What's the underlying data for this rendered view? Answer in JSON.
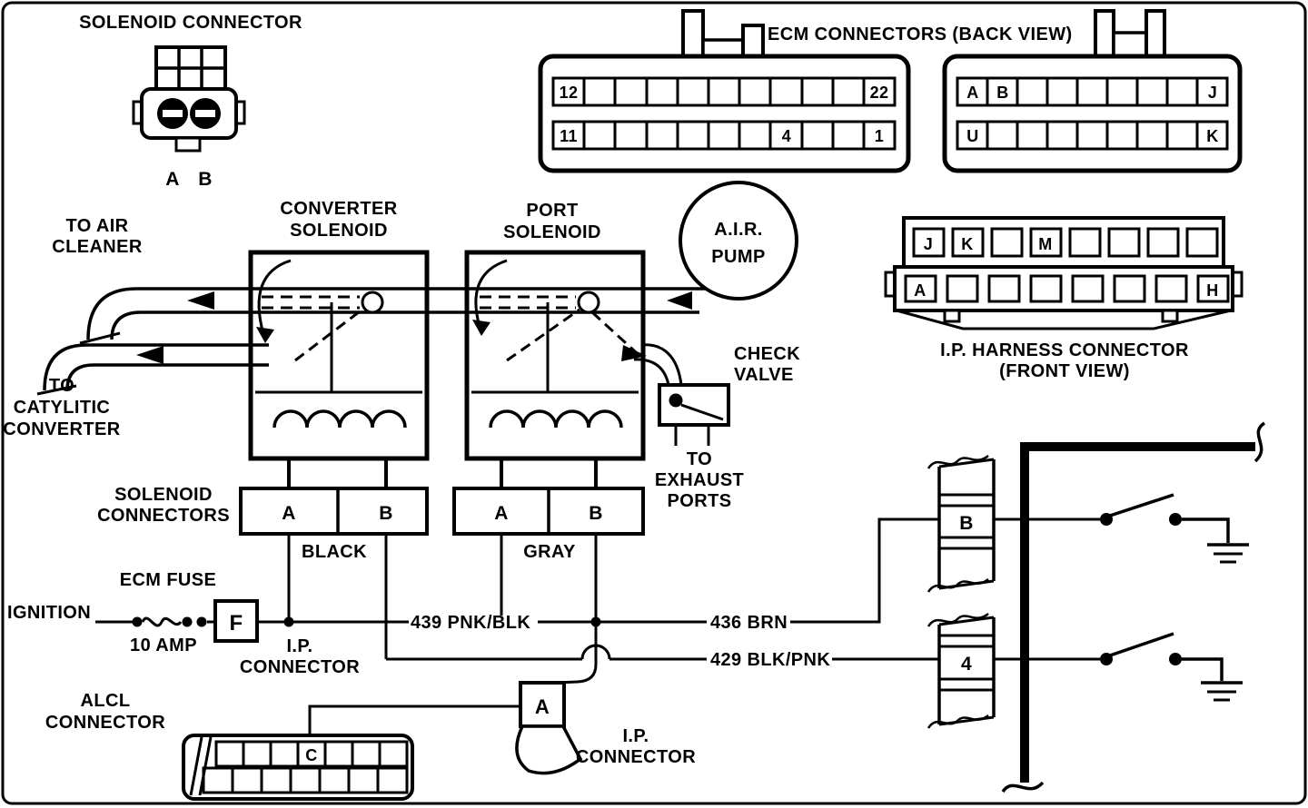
{
  "solenoid_connector": {
    "title": "SOLENOID CONNECTOR",
    "pin_a": "A",
    "pin_b": "B"
  },
  "ecm_connectors": {
    "title": "ECM CONNECTORS (BACK VIEW)",
    "connector1": {
      "pin_12": "12",
      "pin_22": "22",
      "pin_11": "11",
      "pin_4": "4",
      "pin_1": "1"
    },
    "connector2": {
      "pin_a": "A",
      "pin_b": "B",
      "pin_j": "J",
      "pin_u": "U",
      "pin_k": "K"
    }
  },
  "ip_harness_connector": {
    "title": "I.P. HARNESS CONNECTOR",
    "subtitle": "(FRONT VIEW)",
    "pin_j": "J",
    "pin_k": "K",
    "pin_m": "M",
    "pin_a": "A",
    "pin_h": "H"
  },
  "converter_solenoid": {
    "line1": "CONVERTER",
    "line2": "SOLENOID"
  },
  "port_solenoid": {
    "line1": "PORT",
    "line2": "SOLENOID"
  },
  "air_pump": {
    "line1": "A.I.R.",
    "line2": "PUMP"
  },
  "to_air_cleaner": {
    "line1": "TO AIR",
    "line2": "CLEANER"
  },
  "to_catalytic_converter": {
    "line1": "TO",
    "line2": "CATYLITIC",
    "line3": "CONVERTER"
  },
  "check_valve": {
    "line1": "CHECK",
    "line2": "VALVE"
  },
  "to_exhaust_ports": {
    "line1": "TO",
    "line2": "EXHAUST",
    "line3": "PORTS"
  },
  "solenoid_connectors": {
    "line1": "SOLENOID",
    "line2": "CONNECTORS",
    "black_pin_a": "A",
    "black_pin_b": "B",
    "gray_pin_a": "A",
    "gray_pin_b": "B",
    "black_label": "BLACK",
    "gray_label": "GRAY"
  },
  "ecm_fuse": {
    "title": "ECM FUSE",
    "ignition": "IGNITION",
    "fuse_letter": "F",
    "rating": "10 AMP"
  },
  "ip_connector_splice": {
    "line1": "I.P.",
    "line2": "CONNECTOR"
  },
  "wires": {
    "wire_439": "439 PNK/BLK",
    "wire_436": "436 BRN",
    "wire_429": "429 BLK/PNK"
  },
  "alcl_connector": {
    "line1": "ALCL",
    "line2": "CONNECTOR",
    "pin_c": "C"
  },
  "ip_connector_a": {
    "pin_a": "A",
    "line1": "I.P.",
    "line2": "CONNECTOR"
  },
  "harness_strips": {
    "pin_b": "B",
    "pin_4": "4"
  },
  "colors": {
    "ink": "#000000",
    "paper": "#ffffff"
  }
}
